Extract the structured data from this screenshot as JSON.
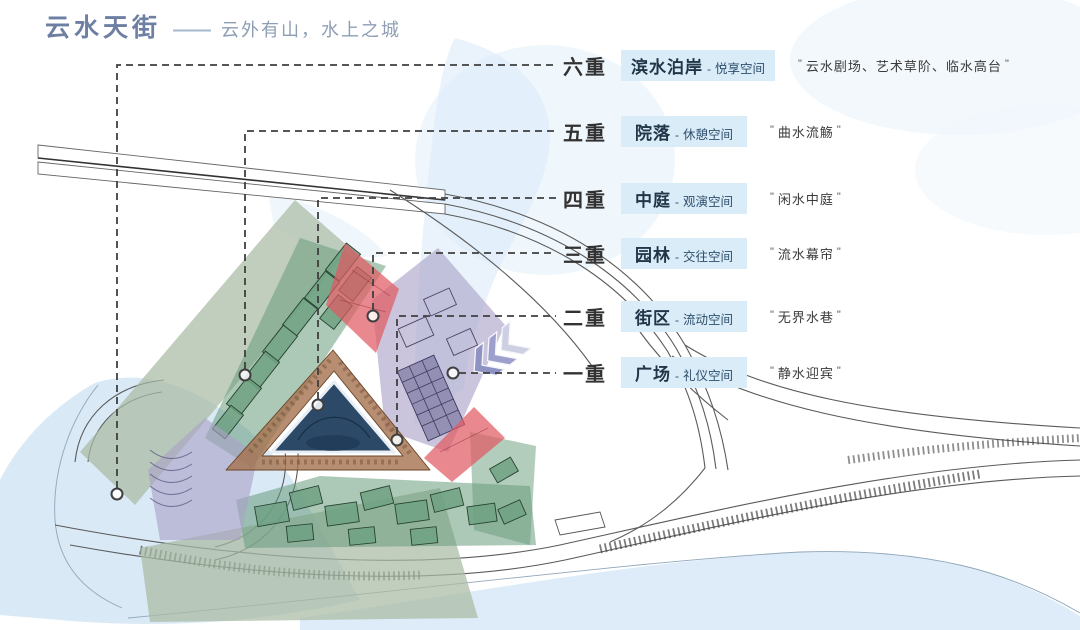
{
  "title": {
    "name": "云水天街",
    "dash": "——",
    "subtitle": "云外有山，水上之城"
  },
  "punct": {
    "sep": "-",
    "quote": "\""
  },
  "legend_rows": [
    {
      "tier": "六重",
      "term": "滨水泊岸",
      "sub": "悦享空间",
      "quote": "云水剧场、艺术草阶、临水高台"
    },
    {
      "tier": "五重",
      "term": "院落",
      "sub": "休憩空间",
      "quote": "曲水流觞"
    },
    {
      "tier": "四重",
      "term": "中庭",
      "sub": "观演空间",
      "quote": "闲水中庭"
    },
    {
      "tier": "三重",
      "term": "园林",
      "sub": "交往空间",
      "quote": "流水幕帘"
    },
    {
      "tier": "二重",
      "term": "街区",
      "sub": "流动空间",
      "quote": "无界水巷"
    },
    {
      "tier": "一重",
      "term": "广场",
      "sub": "礼仪空间",
      "quote": "静水迎宾"
    }
  ],
  "colors": {
    "title_blue": "#6d7fa3",
    "subtitle_gray": "#8e9eb4",
    "label_box_bg": "#d9ecf8",
    "tier_text": "#323232",
    "term_text": "#223649",
    "sub_text": "#2e4e6b",
    "quote_text": "#3a3a3a",
    "water_wash": "#d9eaf7",
    "sage_band": "#a9bba4",
    "green_cluster": "#679b7c",
    "lavender_zone": "#a9a2c6",
    "red_zone": "#e05a62",
    "brown_ring": "#a5724d",
    "navy_court": "#2c4a68",
    "chevron": "#8f93c3",
    "callout_line": "#3f3f3f"
  }
}
